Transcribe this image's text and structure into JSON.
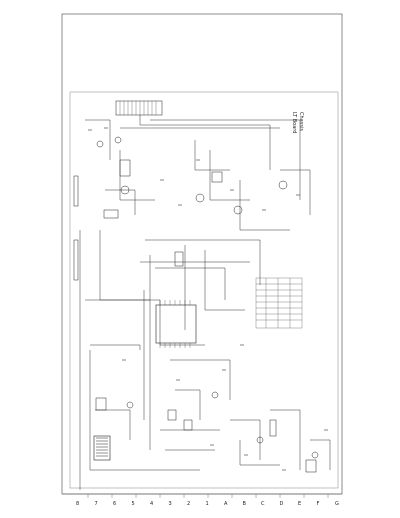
{
  "schematic": {
    "title_lines": [
      "Chassis",
      "LT Board"
    ],
    "border_ticks_bottom": [
      "8",
      "7",
      "6",
      "5",
      "4",
      "3",
      "2",
      "1",
      "A",
      "B",
      "C",
      "D",
      "E",
      "F",
      "G"
    ]
  }
}
